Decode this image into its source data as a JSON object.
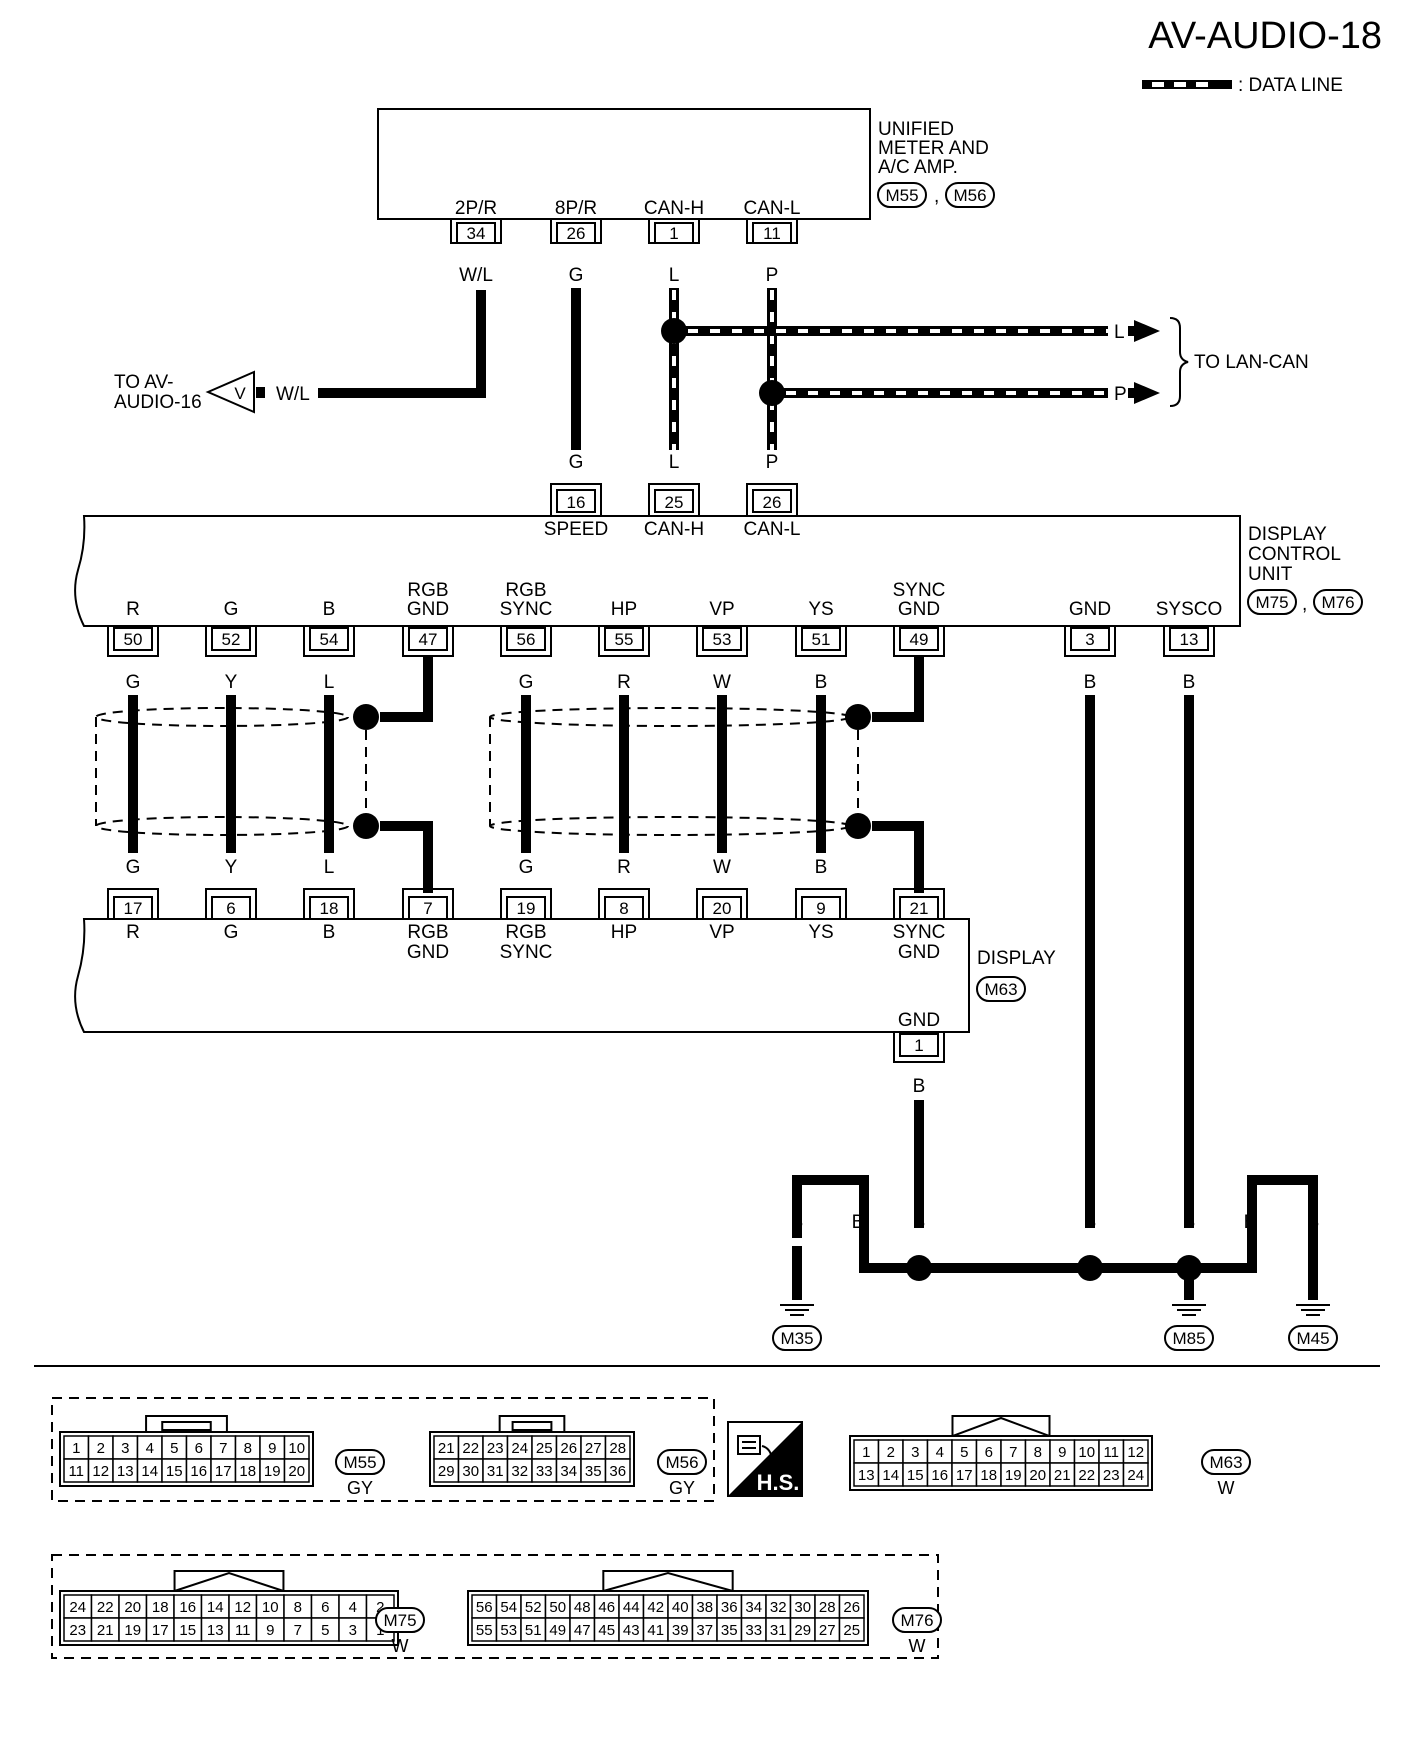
{
  "page_id": "AV-AUDIO-18",
  "legend_label": ": DATA LINE",
  "meter": {
    "name_lines": [
      "UNIFIED",
      "METER AND",
      "A/C AMP."
    ],
    "connectors": [
      "M55",
      "M56"
    ],
    "pins": [
      {
        "num": "34",
        "func": "2P/R",
        "color": "W/L"
      },
      {
        "num": "26",
        "func": "8P/R",
        "color": "G"
      },
      {
        "num": "1",
        "func": "CAN-H",
        "color": "L"
      },
      {
        "num": "11",
        "func": "CAN-L",
        "color": "P"
      }
    ]
  },
  "to_av_audio": {
    "lines": [
      "TO AV-",
      "AUDIO-16"
    ],
    "marker": "V",
    "color": "W/L"
  },
  "to_lan_can": {
    "label": "TO LAN-CAN",
    "colors": [
      "L",
      "P"
    ]
  },
  "dcu": {
    "name_lines": [
      "DISPLAY",
      "CONTROL",
      "UNIT"
    ],
    "connectors": [
      "M75",
      "M76"
    ],
    "top_pins": [
      {
        "num": "16",
        "func": "SPEED",
        "color": "G"
      },
      {
        "num": "25",
        "func": "CAN-H",
        "color": "L"
      },
      {
        "num": "26",
        "func": "CAN-L",
        "color": "P"
      }
    ],
    "bottom_pins": [
      {
        "num": "50",
        "func": [
          "R"
        ],
        "color": "G"
      },
      {
        "num": "52",
        "func": [
          "G"
        ],
        "color": "Y"
      },
      {
        "num": "54",
        "func": [
          "B"
        ],
        "color": "L"
      },
      {
        "num": "47",
        "func": [
          "RGB",
          "GND"
        ],
        "color": ""
      },
      {
        "num": "56",
        "func": [
          "RGB",
          "SYNC"
        ],
        "color": "G"
      },
      {
        "num": "55",
        "func": [
          "HP"
        ],
        "color": "R"
      },
      {
        "num": "53",
        "func": [
          "VP"
        ],
        "color": "W"
      },
      {
        "num": "51",
        "func": [
          "YS"
        ],
        "color": "B"
      },
      {
        "num": "49",
        "func": [
          "SYNC",
          "GND"
        ],
        "color": ""
      },
      {
        "num": "3",
        "func": [
          "GND"
        ],
        "color": "B"
      },
      {
        "num": "13",
        "func": [
          "SYSCO"
        ],
        "color": "B"
      }
    ]
  },
  "display": {
    "name": "DISPLAY",
    "connector": "M63",
    "top_pins": [
      {
        "num": "17",
        "func": [
          "R"
        ],
        "color": "G"
      },
      {
        "num": "6",
        "func": [
          "G"
        ],
        "color": "Y"
      },
      {
        "num": "18",
        "func": [
          "B"
        ],
        "color": "L"
      },
      {
        "num": "7",
        "func": [
          "RGB",
          "GND"
        ],
        "color": ""
      },
      {
        "num": "19",
        "func": [
          "RGB",
          "SYNC"
        ],
        "color": "G"
      },
      {
        "num": "8",
        "func": [
          "HP"
        ],
        "color": "R"
      },
      {
        "num": "20",
        "func": [
          "VP"
        ],
        "color": "W"
      },
      {
        "num": "9",
        "func": [
          "YS"
        ],
        "color": "B"
      },
      {
        "num": "21",
        "func": [
          "SYNC",
          "GND"
        ],
        "color": ""
      }
    ],
    "gnd_pin": {
      "num": "1",
      "func": "GND",
      "color": "B"
    }
  },
  "grounds": {
    "wire_colors": [
      "B",
      "B",
      "B",
      "B",
      "B",
      "B",
      "B"
    ],
    "labels": [
      "M35",
      "M85",
      "M45"
    ]
  },
  "connector_views": {
    "m55": {
      "id": "M55",
      "color": "GY",
      "row1": [
        "1",
        "2",
        "3",
        "4",
        "5",
        "6",
        "7",
        "8",
        "9",
        "10"
      ],
      "row2": [
        "11",
        "12",
        "13",
        "14",
        "15",
        "16",
        "17",
        "18",
        "19",
        "20"
      ]
    },
    "m56": {
      "id": "M56",
      "color": "GY",
      "row1": [
        "21",
        "22",
        "23",
        "24",
        "25",
        "26",
        "27",
        "28"
      ],
      "row2": [
        "29",
        "30",
        "31",
        "32",
        "33",
        "34",
        "35",
        "36"
      ]
    },
    "hs": {
      "text": "H.S."
    },
    "m63": {
      "id": "M63",
      "color": "W",
      "row1": [
        "1",
        "2",
        "3",
        "4",
        "5",
        "6",
        "7",
        "8",
        "9",
        "10",
        "11",
        "12"
      ],
      "row2": [
        "13",
        "14",
        "15",
        "16",
        "17",
        "18",
        "19",
        "20",
        "21",
        "22",
        "23",
        "24"
      ]
    },
    "m75": {
      "id": "M75",
      "color": "W",
      "row1": [
        "24",
        "22",
        "20",
        "18",
        "16",
        "14",
        "12",
        "10",
        "8",
        "6",
        "4",
        "2"
      ],
      "row2": [
        "23",
        "21",
        "19",
        "17",
        "15",
        "13",
        "11",
        "9",
        "7",
        "5",
        "3",
        "1"
      ]
    },
    "m76": {
      "id": "M76",
      "color": "W",
      "row1": [
        "56",
        "54",
        "52",
        "50",
        "48",
        "46",
        "44",
        "42",
        "40",
        "38",
        "36",
        "34",
        "32",
        "30",
        "28",
        "26"
      ],
      "row2": [
        "55",
        "53",
        "51",
        "49",
        "47",
        "45",
        "43",
        "41",
        "39",
        "37",
        "35",
        "33",
        "31",
        "29",
        "27",
        "25"
      ]
    }
  }
}
